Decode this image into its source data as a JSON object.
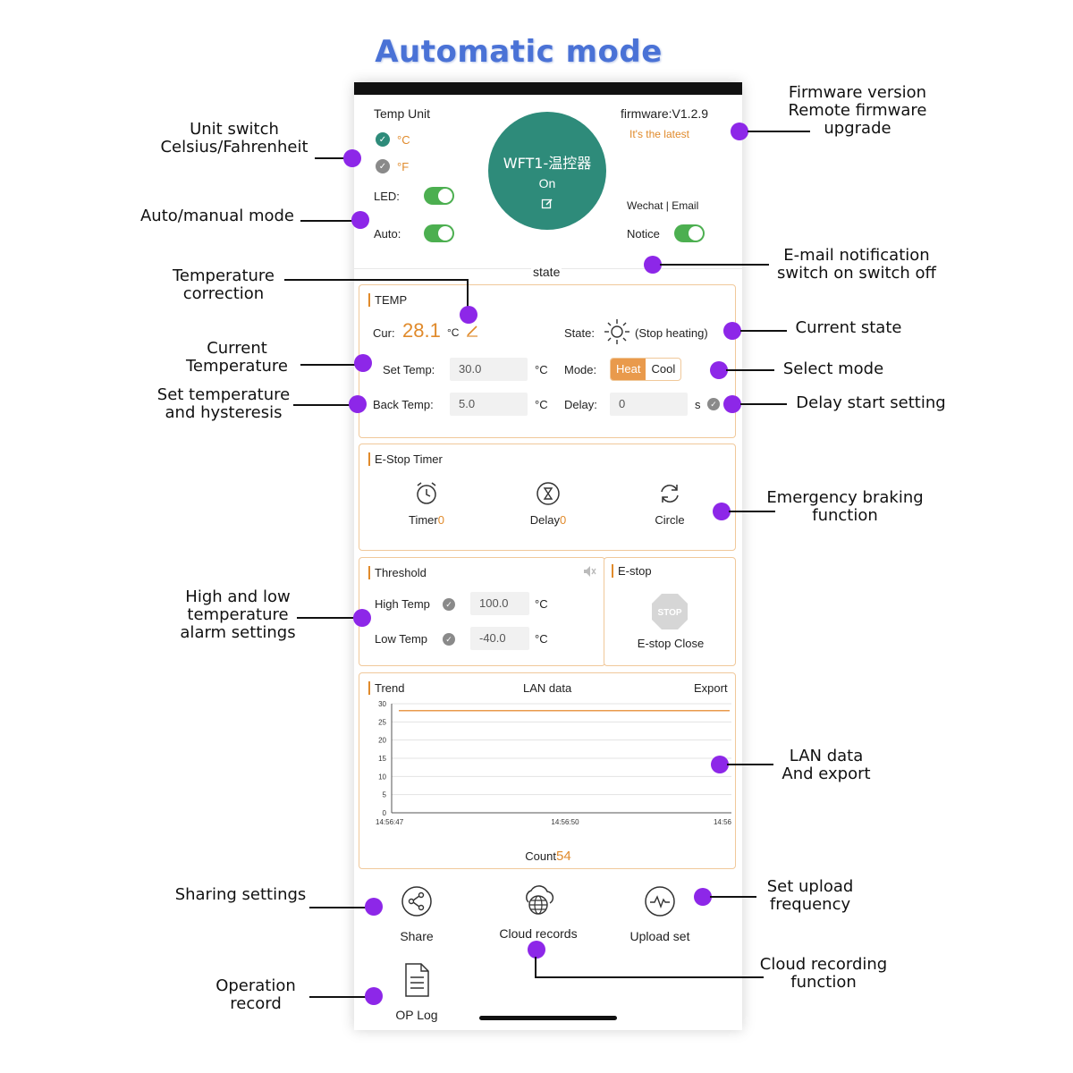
{
  "page_title": "Automatic mode",
  "header": {
    "temp_unit_label": "Temp Unit",
    "celsius": "°C",
    "fahrenheit": "°F",
    "led_label": "LED:",
    "auto_label": "Auto:",
    "firmware": "firmware:V1.2.9",
    "firmware_status": "It's the latest",
    "device_name": "WFT1-温控器",
    "device_state": "On",
    "notify_channels": "Wechat | Email",
    "notice_label": "Notice",
    "state_label": "state"
  },
  "temp_panel": {
    "title": "TEMP",
    "cur_label": "Cur:",
    "cur_value": "28.1",
    "cur_unit": "°C",
    "state_label": "State:",
    "state_value": "(Stop heating)",
    "set_temp_label": "Set Temp:",
    "set_temp_value": "30.0",
    "set_temp_unit": "°C",
    "mode_label": "Mode:",
    "mode_heat": "Heat",
    "mode_cool": "Cool",
    "back_temp_label": "Back Temp:",
    "back_temp_value": "5.0",
    "back_temp_unit": "°C",
    "delay_label": "Delay:",
    "delay_value": "0",
    "delay_unit": "s"
  },
  "estop_timer": {
    "title": "E-Stop Timer",
    "timer_label": "Timer",
    "timer_value": "0",
    "delay_label": "Delay",
    "delay_value": "0",
    "circle_label": "Circle"
  },
  "threshold": {
    "title": "Threshold",
    "high_label": "High Temp",
    "high_value": "100.0",
    "high_unit": "°C",
    "low_label": "Low  Temp",
    "low_value": "-40.0",
    "low_unit": "°C"
  },
  "estop": {
    "title": "E-stop",
    "sign_text": "STOP",
    "status": "E-stop Close"
  },
  "trend": {
    "title": "Trend",
    "lan_label": "LAN data",
    "export_label": "Export",
    "count_label": "Count",
    "count_value": "54"
  },
  "chart_data": {
    "type": "line",
    "title": "",
    "xlabel": "",
    "ylabel": "",
    "ylim": [
      0,
      30
    ],
    "yticks": [
      0,
      5,
      10,
      15,
      20,
      25,
      30
    ],
    "x_tick_labels": [
      "14:56:47",
      "14:56:50",
      "14:56"
    ],
    "grid": true,
    "series": [
      {
        "values": [
          28.1,
          28.1,
          28.1,
          28.1,
          28.1,
          28.1,
          28.1,
          28.1,
          28.1,
          28.1
        ]
      }
    ],
    "line_color": "#e99a4c"
  },
  "actions": {
    "share": "Share",
    "cloud_records": "Cloud records",
    "upload_set": "Upload set",
    "op_log": "OP Log"
  },
  "annotations": {
    "unit_switch": [
      "Unit switch",
      "Celsius/Fahrenheit"
    ],
    "auto_manual": [
      "Auto/manual mode"
    ],
    "temp_correction": [
      "Temperature",
      "correction"
    ],
    "current_temp": [
      "Current",
      "Temperature"
    ],
    "set_temp_hyst": [
      "Set temperature",
      "and hysteresis"
    ],
    "firmware": [
      "Firmware version",
      "Remote firmware",
      "upgrade"
    ],
    "email_notify": [
      "E-mail notification",
      "switch on switch off"
    ],
    "current_state": [
      "Current state"
    ],
    "select_mode": [
      "Select mode"
    ],
    "delay_start": [
      "Delay start setting"
    ],
    "emergency": [
      "Emergency braking",
      "function"
    ],
    "alarm": [
      "High and low",
      "temperature",
      "alarm settings"
    ],
    "lan_export": [
      "LAN data",
      "And export"
    ],
    "sharing": [
      "Sharing settings"
    ],
    "upload_freq": [
      "Set upload",
      "frequency"
    ],
    "operation": [
      "Operation",
      "record"
    ],
    "cloud_recording": [
      "Cloud recording",
      "function"
    ]
  },
  "colors": {
    "accent_orange": "#e08a2b",
    "toggle_green": "#4caf50",
    "device_teal": "#2e8b7a",
    "marker_purple": "#8d27e8",
    "title_blue": "#4a72d6"
  }
}
